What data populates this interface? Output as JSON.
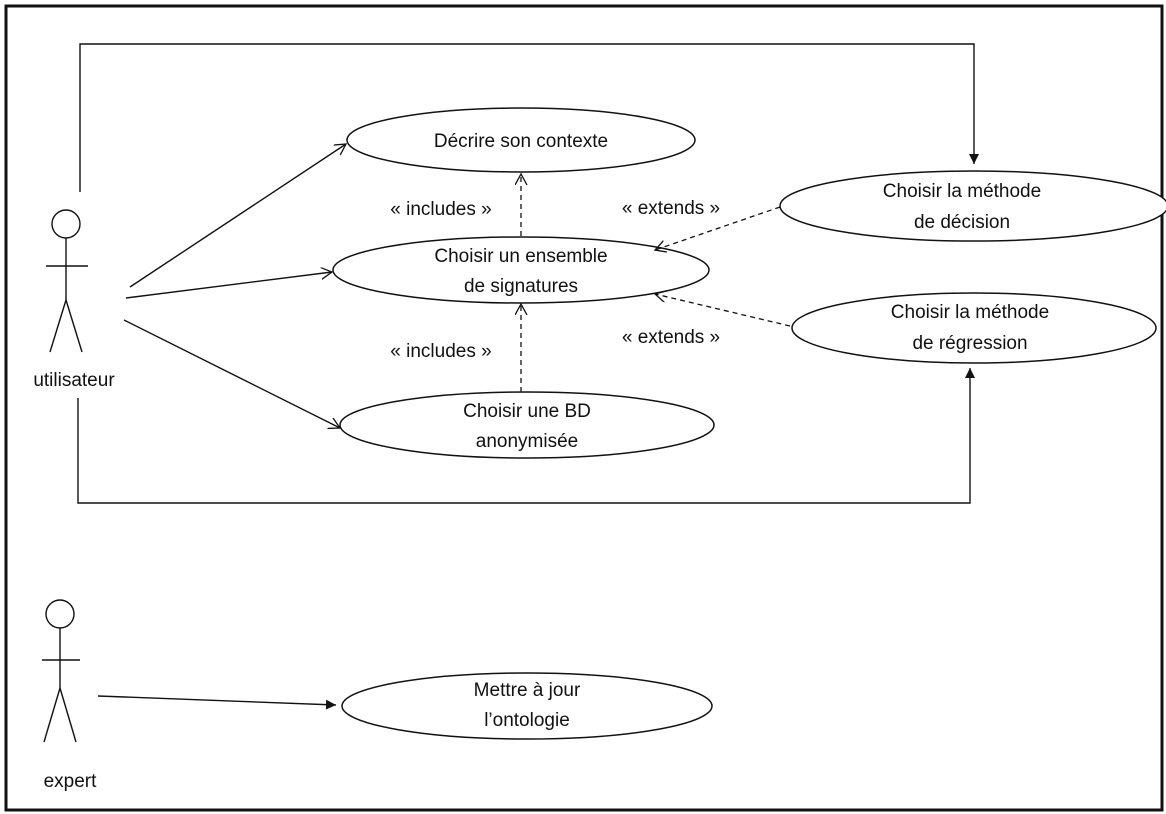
{
  "actors": {
    "user": {
      "name": "utilisateur"
    },
    "expert": {
      "name": "expert"
    }
  },
  "use_cases": {
    "describe_context": {
      "lines": [
        "Décrire son contexte"
      ]
    },
    "choose_signatures": {
      "lines": [
        "Choisir un ensemble",
        "de signatures"
      ]
    },
    "choose_db": {
      "lines": [
        "Choisir une BD",
        "anonymisée"
      ]
    },
    "choose_decision": {
      "lines": [
        "Choisir la méthode",
        "de décision"
      ]
    },
    "choose_regression": {
      "lines": [
        "Choisir la méthode",
        "de régression"
      ]
    },
    "update_ontology": {
      "lines": [
        "Mettre à jour",
        "l’ontologie"
      ]
    }
  },
  "relations": {
    "includes_top": "« includes »",
    "includes_bottom": "« includes »",
    "extends_top": "« extends »",
    "extends_bottom": "« extends »"
  },
  "colors": {
    "stroke": "#111111",
    "background": "#ffffff"
  }
}
